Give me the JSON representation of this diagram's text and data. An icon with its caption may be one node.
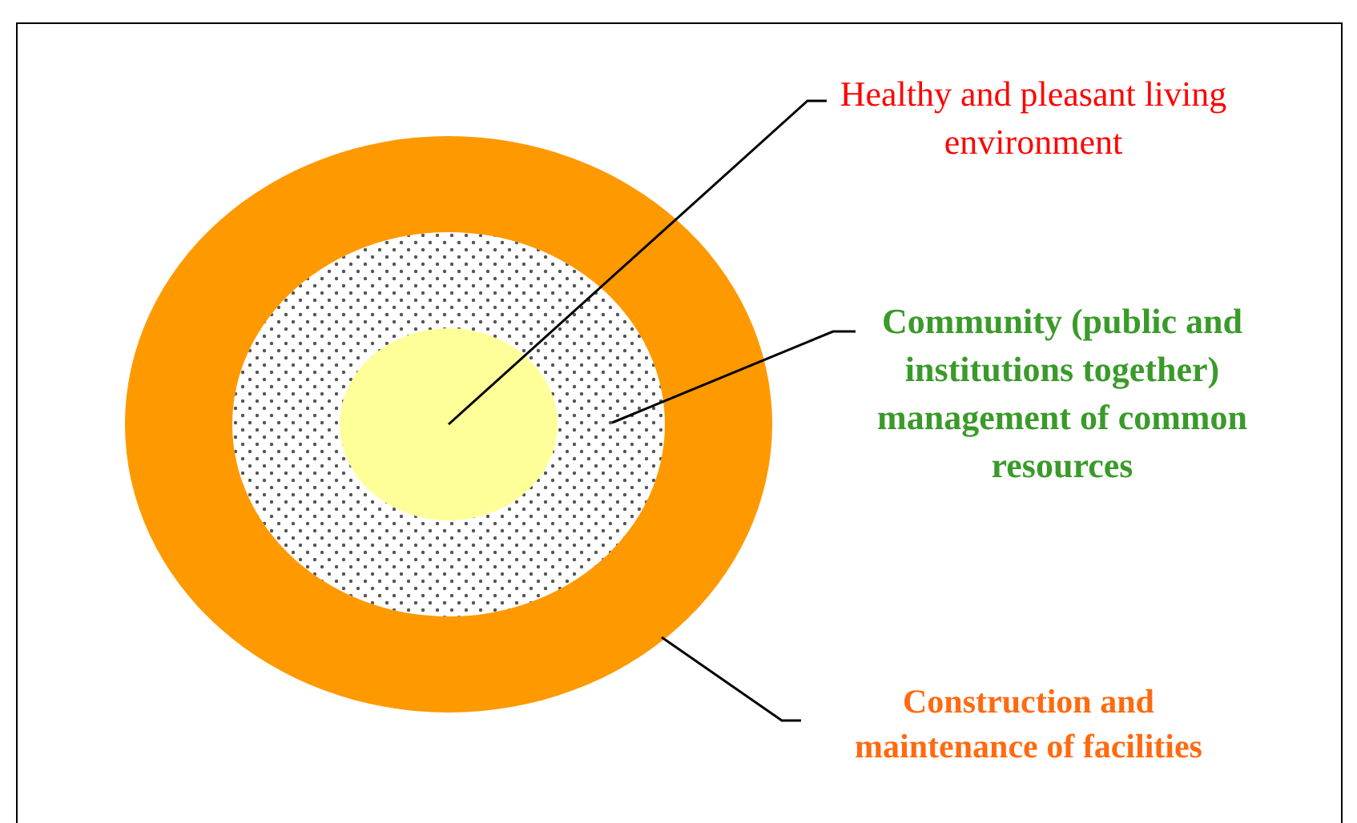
{
  "diagram": {
    "nodes": [
      {
        "text": [],
        "shape": "circle"
      },
      {
        "text": [],
        "shape": "circle",
        "in": 0
      },
      {
        "text": [],
        "shape": "circle",
        "in": 1
      },
      {
        "text": [
          "Healthy and pleasant living environment"
        ]
      },
      {
        "text": [
          "Community (public and institutions together) management of common resources"
        ]
      },
      {
        "text": [
          "Construction and maintenance of facilities"
        ]
      }
    ],
    "edges": [
      {
        "from": 3,
        "to": 2,
        "arrow": "none"
      },
      {
        "from": 4,
        "to": 1,
        "arrow": "none"
      },
      {
        "from": 5,
        "to": 0,
        "arrow": "none"
      }
    ]
  }
}
